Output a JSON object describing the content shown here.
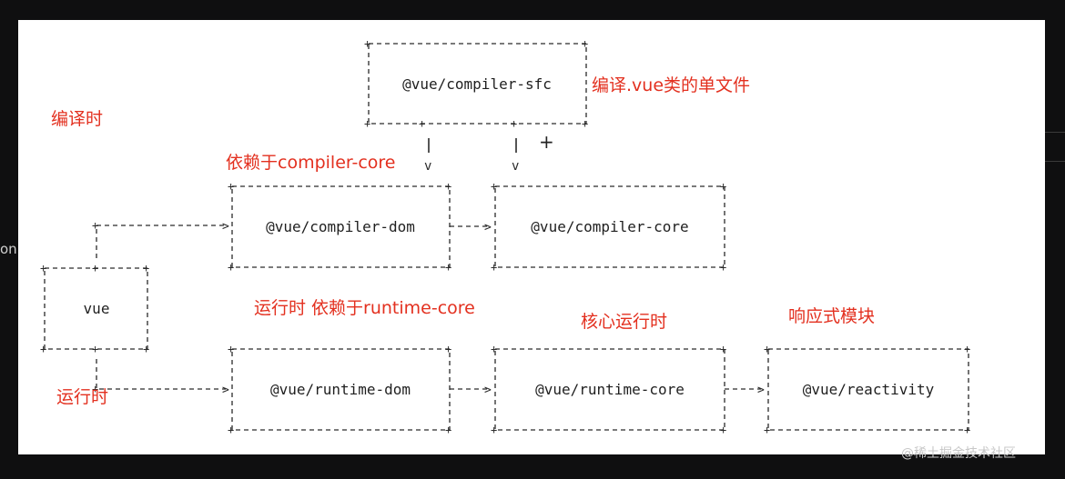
{
  "boxes": {
    "compiler_sfc": "@vue/compiler-sfc",
    "compiler_dom": "@vue/compiler-dom",
    "compiler_core": "@vue/compiler-core",
    "vue": "vue",
    "runtime_dom": "@vue/runtime-dom",
    "runtime_core": "@vue/runtime-core",
    "reactivity": "@vue/reactivity"
  },
  "annotations": {
    "compile_time": "编译时",
    "sfc_desc": "编译.vue类的单文件",
    "depends_compiler_core": "依赖于compiler-core",
    "plus": "+",
    "runtime_desc": "运行时 依赖于runtime-core",
    "core_runtime": "核心运行时",
    "reactive_module": "响应式模块",
    "run_time": "运行时"
  },
  "edge_text": "on",
  "watermark": "@稀土掘金技术社区",
  "colors": {
    "annotation": "#e3301f",
    "line": "#2a2a2a",
    "background": "#0f0f10",
    "canvas": "#ffffff"
  }
}
